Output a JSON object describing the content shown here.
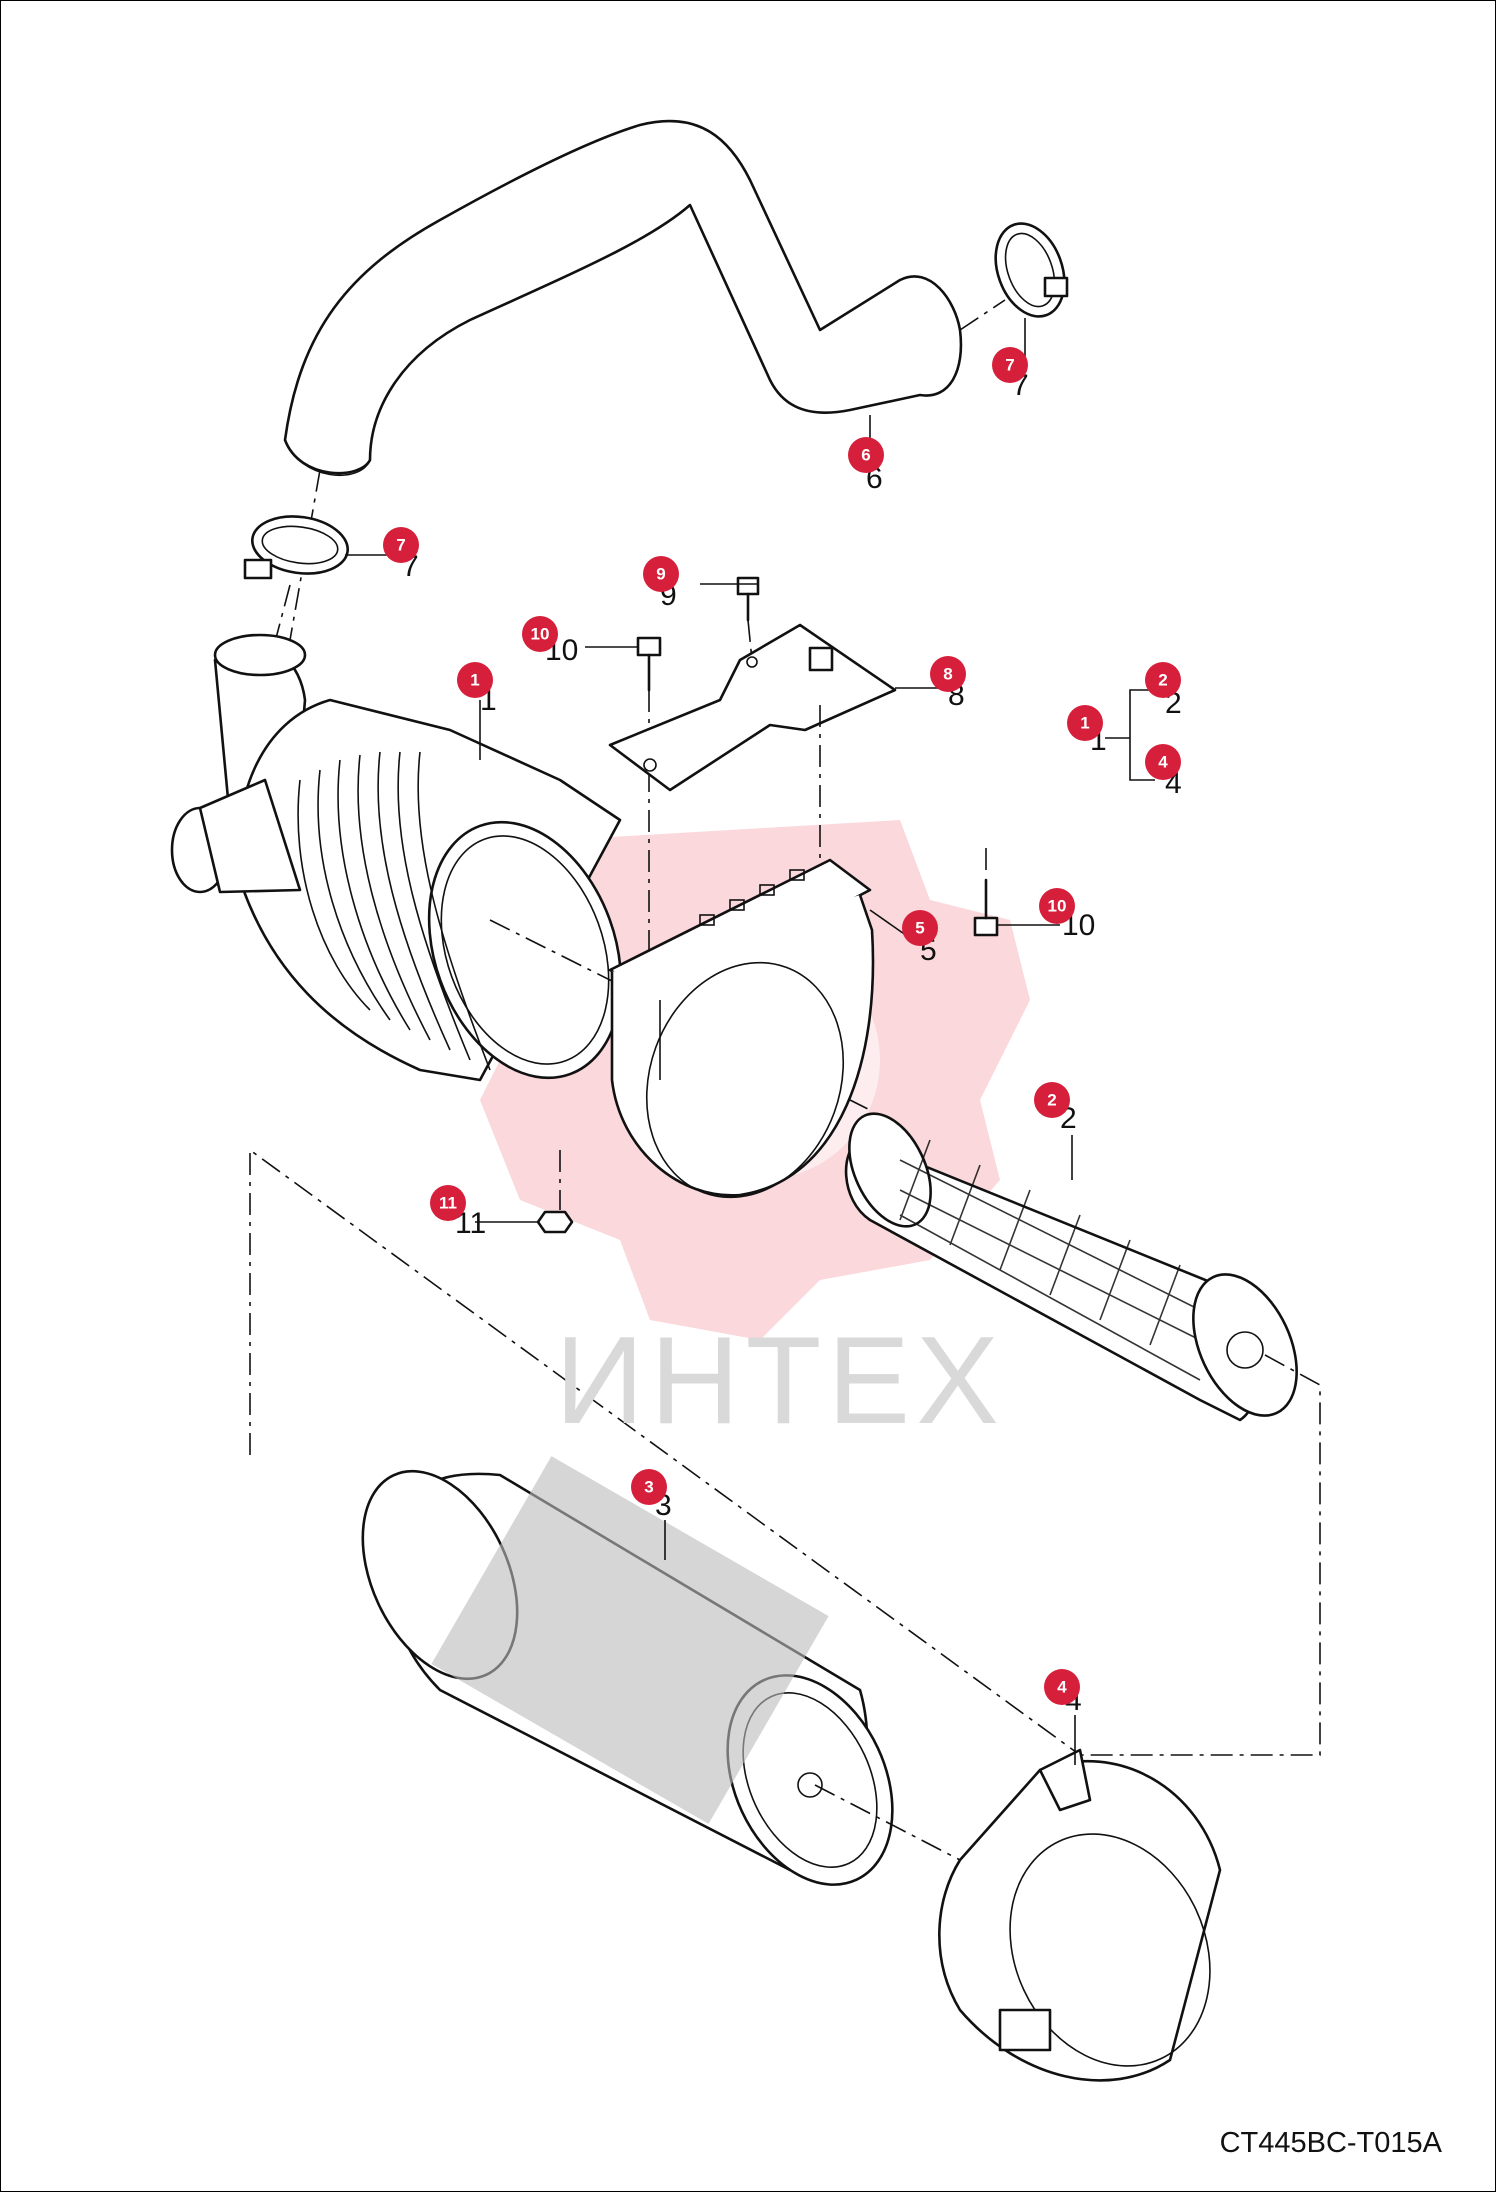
{
  "figure_code": "CT445BC-T015A",
  "watermark": "ИНТЕХ",
  "colors": {
    "badge": "#d61f3b",
    "line": "#111111",
    "watermark": "#f3c2c6"
  },
  "callouts": [
    {
      "id": "hose",
      "badge": "6",
      "text": "6"
    },
    {
      "id": "clamp-top",
      "badge": "7",
      "text": "7"
    },
    {
      "id": "clamp-left",
      "badge": "7",
      "text": "7"
    },
    {
      "id": "bolt-top",
      "badge": "9",
      "text": "9"
    },
    {
      "id": "bolt-left",
      "badge": "10",
      "text": "10"
    },
    {
      "id": "bracket-plate",
      "badge": "8",
      "text": "8"
    },
    {
      "id": "housing",
      "badge": "1",
      "text": "1"
    },
    {
      "id": "band-bracket",
      "badge": "5",
      "text": "5"
    },
    {
      "id": "bolt-right",
      "badge": "10",
      "text": "10"
    },
    {
      "id": "inner-filter",
      "badge": "2",
      "text": "2"
    },
    {
      "id": "nut",
      "badge": "11",
      "text": "11"
    },
    {
      "id": "outer-filter",
      "badge": "3",
      "text": "3"
    },
    {
      "id": "cap",
      "badge": "4",
      "text": "4"
    }
  ],
  "assembly_legend": {
    "parent": "1",
    "children": [
      "2",
      "4"
    ]
  }
}
